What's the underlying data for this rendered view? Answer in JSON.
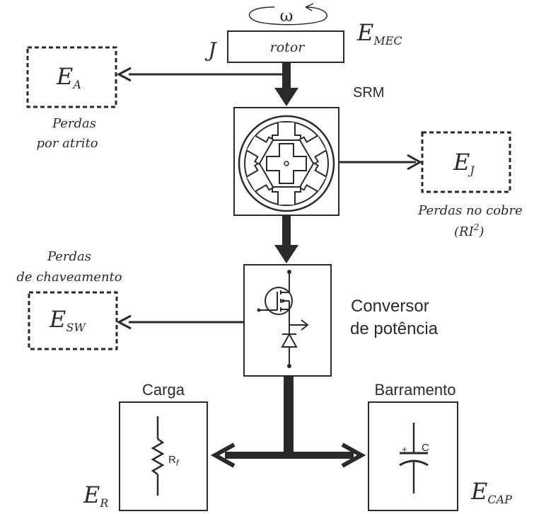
{
  "omega": "ω",
  "rotor": {
    "label": "rotor",
    "inertia": "J"
  },
  "energies": {
    "mec": {
      "main": "E",
      "sub": "MEC"
    },
    "a": {
      "main": "E",
      "sub": "A"
    },
    "j": {
      "main": "E",
      "sub": "J"
    },
    "sw": {
      "main": "E",
      "sub": "SW"
    },
    "r": {
      "main": "E",
      "sub": "R"
    },
    "cap": {
      "main": "E",
      "sub": "CAP"
    }
  },
  "labels": {
    "srm": "SRM",
    "friction_line1": "Perdas",
    "friction_line2": "por atrito",
    "copper_line1": "Perdas no cobre",
    "copper_line2_pre": "(RI",
    "copper_line2_sup": "2",
    "copper_line2_post": ")",
    "switching_line1": "Perdas",
    "switching_line2": "de chaveamento",
    "converter_line1": "Conversor",
    "converter_line2": "de potência",
    "load": "Carga",
    "bus": "Barramento"
  },
  "components": {
    "resistor_main": "R",
    "resistor_sub": "f",
    "capacitor": "C",
    "capacitor_plus": "+"
  },
  "colors": {
    "stroke": "#2a2a2a",
    "background": "#ffffff"
  }
}
